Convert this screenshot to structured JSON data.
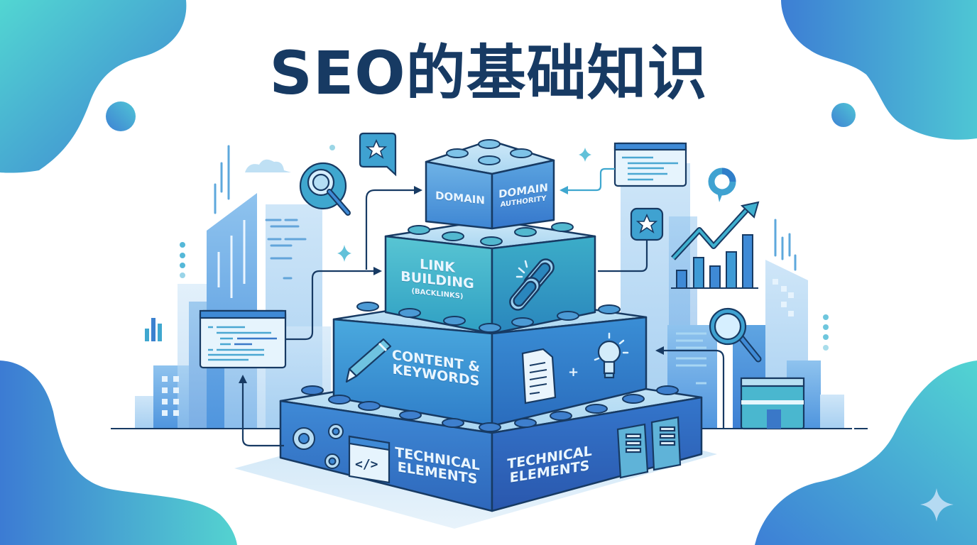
{
  "title": "SEO的基础知识",
  "colors": {
    "title": "#173a63",
    "accent_teal": "#46c6cf",
    "accent_blue": "#3a7fd0",
    "outline": "#173a63",
    "background": "#ffffff"
  },
  "pyramid": {
    "tiers": [
      {
        "level": 1,
        "left_label": "DOMAIN",
        "right_label_line1": "DOMAIN",
        "right_label_line2": "AUTHORITY",
        "color": "#4b98d6"
      },
      {
        "level": 2,
        "left_label_line1": "LINK",
        "left_label_line2": "BUILDING",
        "left_label_line3": "(BACKLINKS)",
        "right_icon": "chain-link-icon",
        "color": "#3cb3c8"
      },
      {
        "level": 3,
        "left_label_line1": "CONTENT &",
        "left_label_line2": "KEYWORDS",
        "left_icon": "pencil-icon",
        "right_icons": [
          "document-icon",
          "plus-icon",
          "lightbulb-icon"
        ],
        "color": "#3a8fd1"
      },
      {
        "level": 4,
        "left_label_line1": "TECHNICAL",
        "left_label_line2": "ELEMENTS",
        "right_label_line1": "TECHNICAL",
        "right_label_line2": "ELEMENTS",
        "left_icons": [
          "gears-icon",
          "code-window-icon"
        ],
        "right_icon": "server-icon",
        "color": "#3374c4"
      }
    ]
  },
  "decorations": {
    "icons": [
      "magnifier-badge-icon",
      "star-speech-bubble-icon",
      "code-window-icon",
      "star-badge-icon",
      "donut-chart-icon",
      "growth-bar-chart-icon",
      "magnifier-icon",
      "browser-window-icon",
      "sparkle-icon",
      "cloud-icon"
    ]
  }
}
